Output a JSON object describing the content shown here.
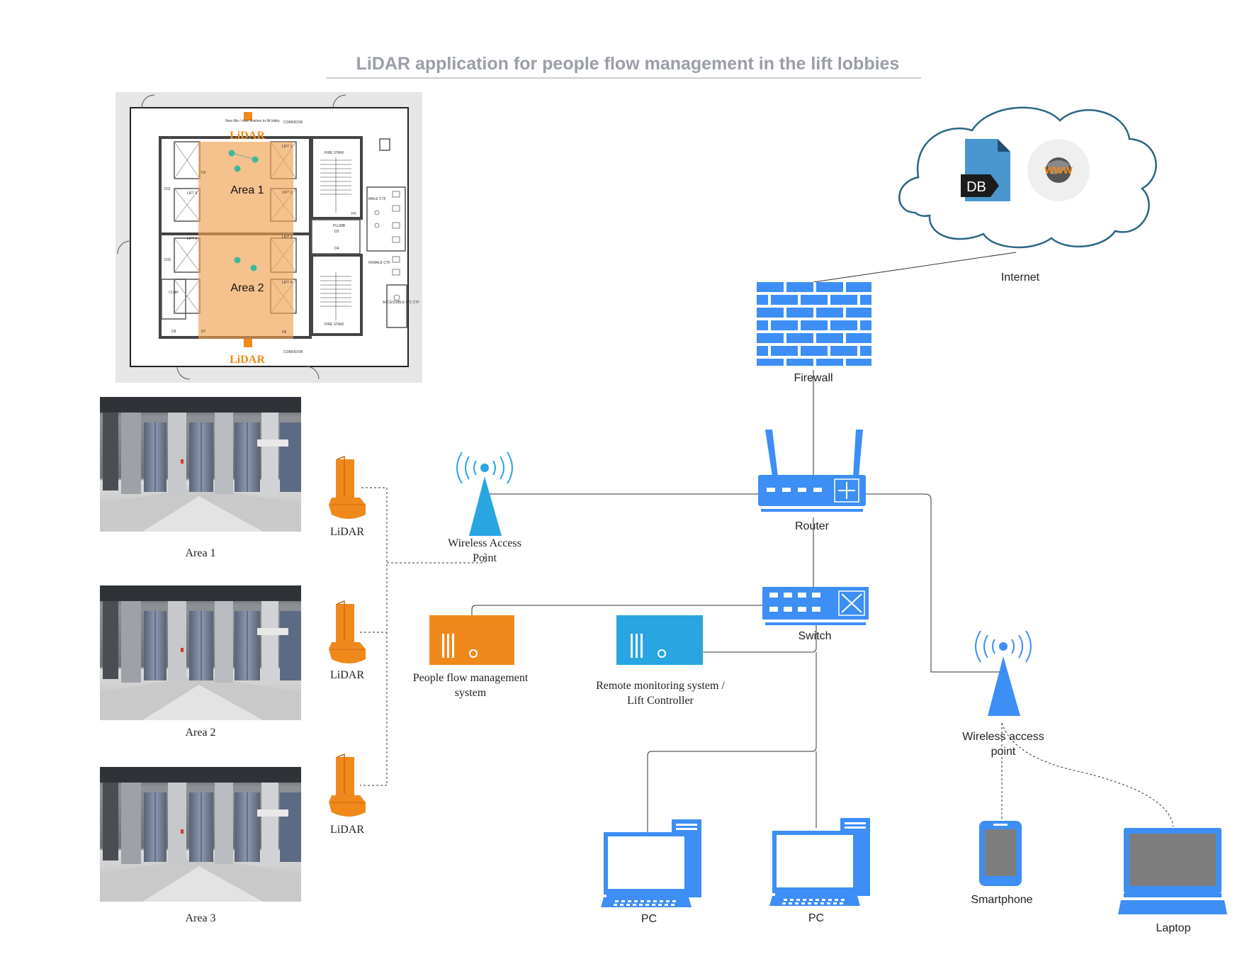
{
  "title": "LiDAR application for people flow management in the lift lobbies",
  "floor_plan": {
    "area_1": "Area 1",
    "area_2": "Area 2",
    "lidar_top": "LiDAR",
    "lidar_bottom": "LiDAR",
    "corridor_top": "CORRIDOR",
    "corridor_bottom": "CORRIDOR",
    "fire_stair_top": "FIRE STAIR",
    "fire_stair_bottom": "FIRE STAIR",
    "note": "New lifts / view finishes to lift lobby",
    "lift_labels": [
      "LIFT 1",
      "LIFT 2",
      "LIFT 3",
      "LIFT 4",
      "LIFT 6",
      "LIFT 5"
    ],
    "door_labels": [
      "D2",
      "D11",
      "D10",
      "D8",
      "D7",
      "D6",
      "D3",
      "D4"
    ],
    "room_labels": [
      "CLNR",
      "PLUMB",
      "MALE CTF",
      "FEMALE CTF",
      "ACCESSIBLE WC CTF",
      "FH"
    ]
  },
  "lobby_photos": [
    {
      "caption": "Area 1"
    },
    {
      "caption": "Area 2"
    },
    {
      "caption": "Area 3"
    }
  ],
  "lidar_sensors": [
    {
      "label": "LiDAR"
    },
    {
      "label": "LiDAR"
    },
    {
      "label": "LiDAR"
    }
  ],
  "nodes": {
    "wap_left": "Wireless Access Point",
    "wap_left_line1": "Wireless Access",
    "wap_left_line2": "Point",
    "router": "Router",
    "switch": "Switch",
    "firewall": "Firewall",
    "internet": "Internet",
    "db_label": "DB",
    "www_label": "WWW",
    "pfm_line1": "People flow management",
    "pfm_line2": "system",
    "rms_line1": "Remote monitoring system /",
    "rms_line2": "Lift Controller",
    "wap_right_line1": "Wireless access",
    "wap_right_line2": "point",
    "pc1": "PC",
    "pc2": "PC",
    "smartphone": "Smartphone",
    "laptop": "Laptop"
  },
  "colors": {
    "network_blue": "#3d8ef5",
    "light_blue": "#29a5e2",
    "orange": "#f0891c",
    "cloud_stroke": "#2c6684",
    "title_gray": "#9a9ea6"
  }
}
